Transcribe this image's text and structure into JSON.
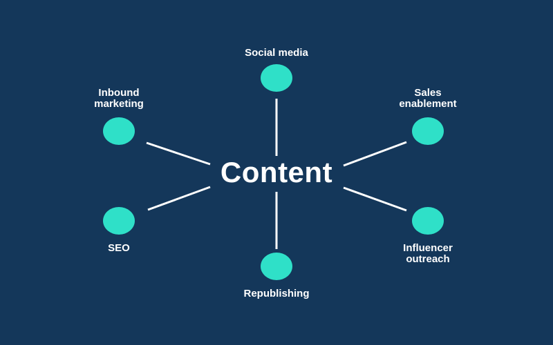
{
  "diagram": {
    "center": "Content",
    "nodes": {
      "social_media": {
        "lines": [
          "Social media"
        ]
      },
      "inbound_marketing": {
        "lines": [
          "Inbound",
          "marketing"
        ]
      },
      "sales_enablement": {
        "lines": [
          "Sales",
          "enablement"
        ]
      },
      "seo": {
        "lines": [
          "SEO"
        ]
      },
      "influencer_outreach": {
        "lines": [
          "Influencer",
          "outreach"
        ]
      },
      "republishing": {
        "lines": [
          "Republishing"
        ]
      }
    }
  },
  "colors": {
    "background": "#14375a",
    "node": "#2fe0c8",
    "text": "#ffffff",
    "connector": "#ffffff"
  }
}
